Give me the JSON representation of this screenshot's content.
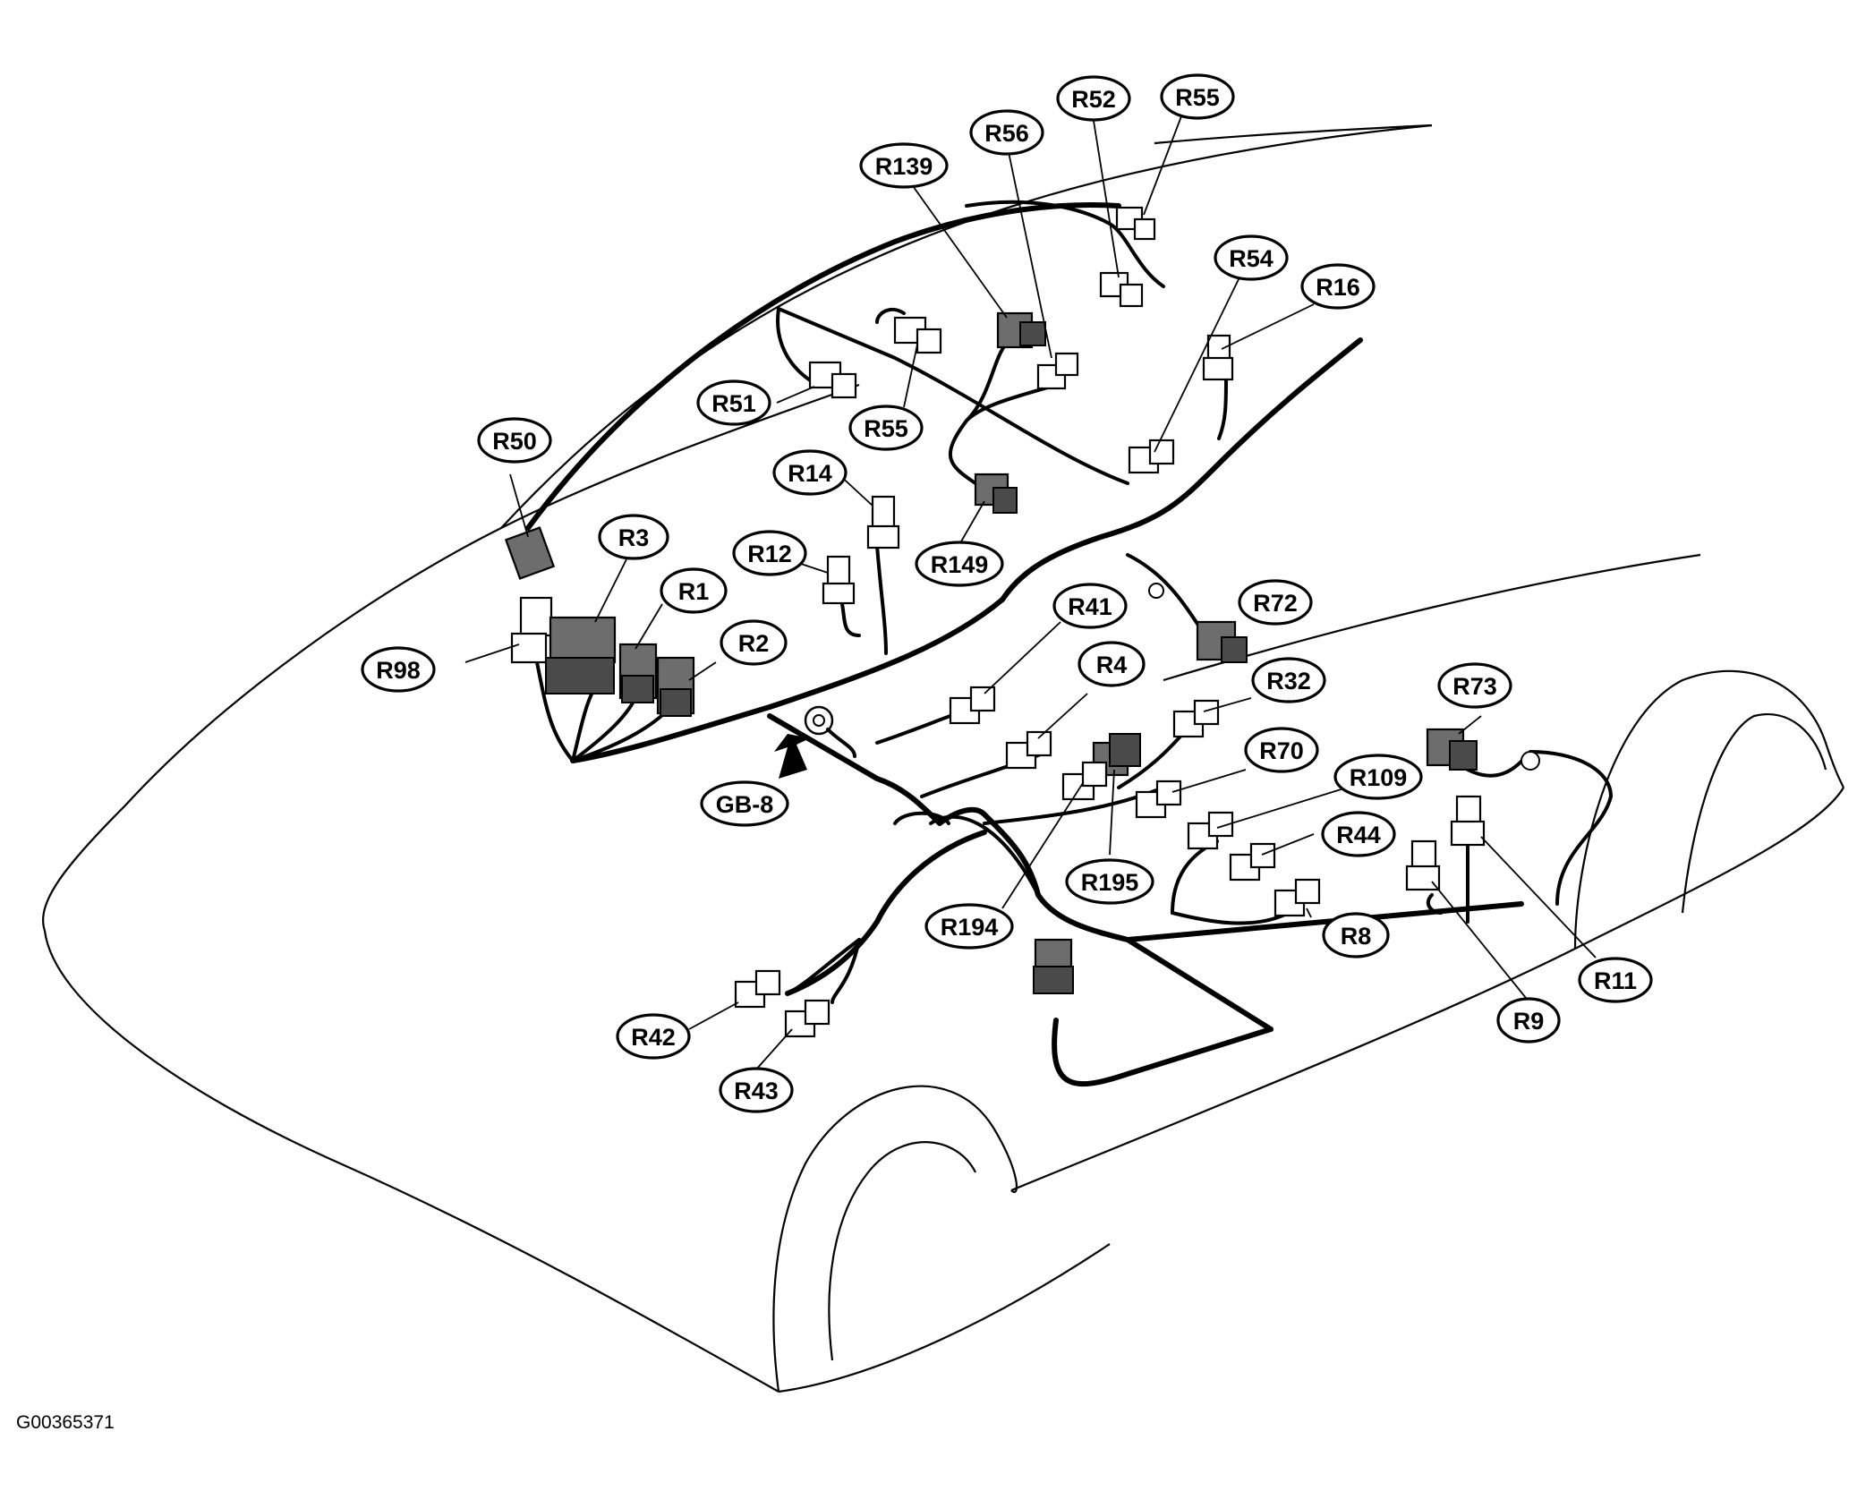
{
  "figure_id": "G00365371",
  "callouts": [
    {
      "label": "R139"
    },
    {
      "label": "R56"
    },
    {
      "label": "R52"
    },
    {
      "label": "R55"
    },
    {
      "label": "R54"
    },
    {
      "label": "R16"
    },
    {
      "label": "R51"
    },
    {
      "label": "R55"
    },
    {
      "label": "R50"
    },
    {
      "label": "R14"
    },
    {
      "label": "R149"
    },
    {
      "label": "R3"
    },
    {
      "label": "R12"
    },
    {
      "label": "R1"
    },
    {
      "label": "R2"
    },
    {
      "label": "R98"
    },
    {
      "label": "R41"
    },
    {
      "label": "R72"
    },
    {
      "label": "R4"
    },
    {
      "label": "R32"
    },
    {
      "label": "R73"
    },
    {
      "label": "R70"
    },
    {
      "label": "GB-8"
    },
    {
      "label": "R109"
    },
    {
      "label": "R44"
    },
    {
      "label": "R195"
    },
    {
      "label": "R194"
    },
    {
      "label": "R8"
    },
    {
      "label": "R11"
    },
    {
      "label": "R9"
    },
    {
      "label": "R42"
    },
    {
      "label": "R43"
    }
  ]
}
